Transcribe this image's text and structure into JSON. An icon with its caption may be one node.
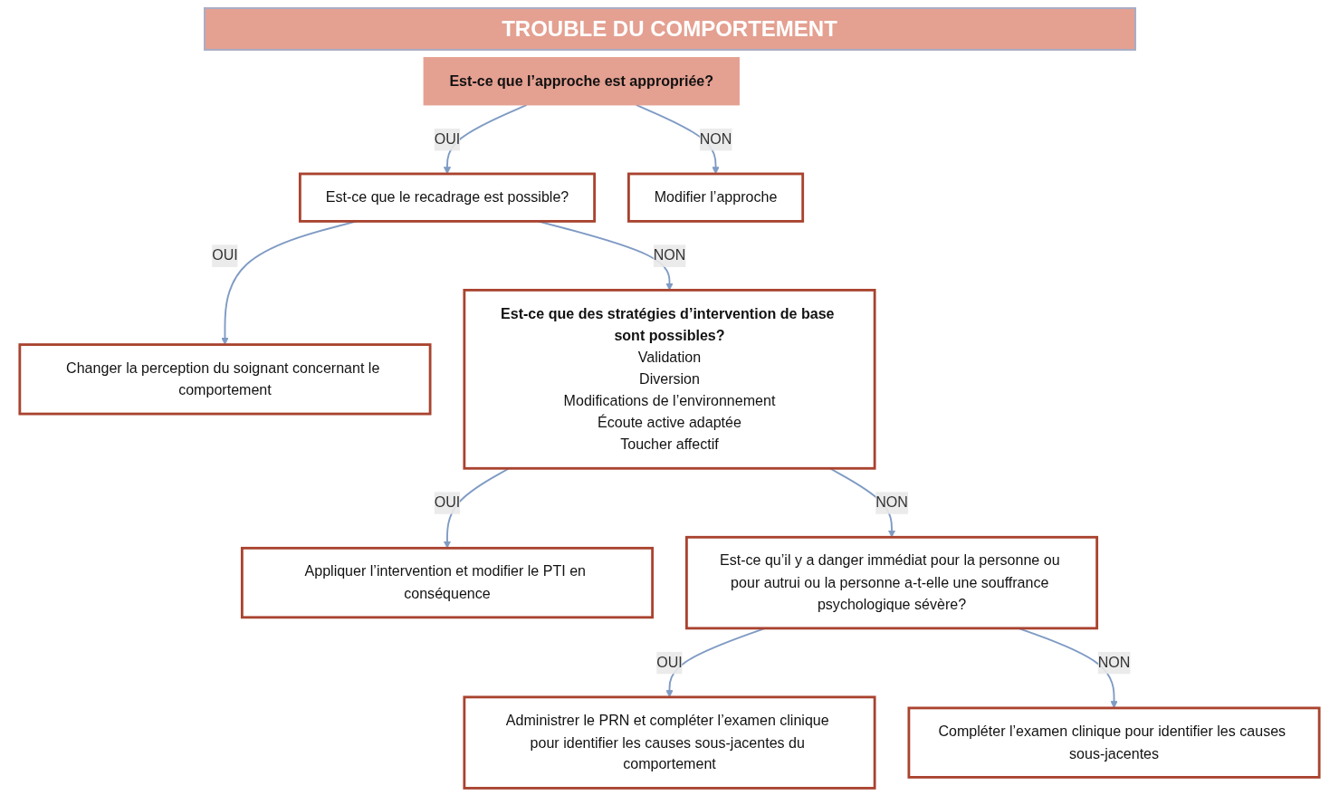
{
  "diagram": {
    "title": "TROUBLE DU COMPORTEMENT",
    "nodes": [
      {
        "text": [
          "Est-ce que l’approche est appropriée?"
        ]
      },
      {
        "text": [
          "Est-ce que le recadrage est possible?"
        ]
      },
      {
        "text": [
          "Modifier l’approche"
        ]
      },
      {
        "text": [
          "Changer la perception du soignant concernant le comportement"
        ]
      },
      {
        "text": [
          "Est-ce que des stratégies d’intervention de base sont possibles?",
          "Validation",
          "Diversion",
          "Modifications de l’environnement",
          "Écoute active adaptée",
          "Toucher affectif"
        ]
      },
      {
        "text": [
          "Appliquer l’intervention et modifier le PTI en conséquence"
        ]
      },
      {
        "text": [
          "Est-ce qu’il y a danger immédiat pour la personne ou pour autrui ou la personne a-t-elle une souffrance psychologique sévère?"
        ]
      },
      {
        "text": [
          "Administrer le PRN et compléter l’examen clinique pour identifier les causes sous-jacentes du comportement"
        ]
      },
      {
        "text": [
          "Compléter l’examen clinique pour identifier les causes sous-jacentes"
        ]
      }
    ],
    "edges": [
      {
        "from": 0,
        "to": 1,
        "arrow": "to",
        "label": "OUI"
      },
      {
        "from": 0,
        "to": 2,
        "arrow": "to",
        "label": "NON"
      },
      {
        "from": 1,
        "to": 3,
        "arrow": "to",
        "label": "OUI"
      },
      {
        "from": 1,
        "to": 4,
        "arrow": "to",
        "label": "NON"
      },
      {
        "from": 4,
        "to": 5,
        "arrow": "to",
        "label": "OUI"
      },
      {
        "from": 4,
        "to": 6,
        "arrow": "to",
        "label": "NON"
      },
      {
        "from": 6,
        "to": 7,
        "arrow": "to",
        "label": "OUI"
      },
      {
        "from": 6,
        "to": 8,
        "arrow": "to",
        "label": "NON"
      }
    ]
  }
}
